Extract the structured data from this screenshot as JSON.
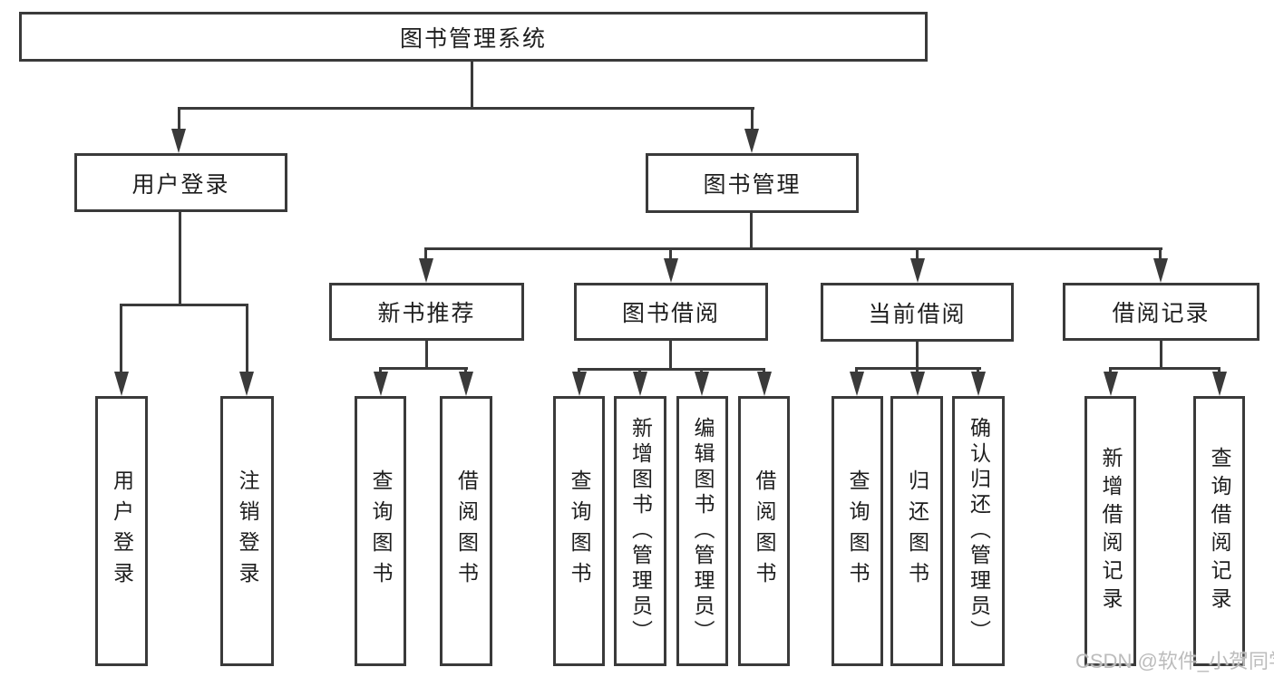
{
  "tree": {
    "root": {
      "label": "图书管理系统"
    },
    "level2": [
      {
        "label": "用户登录",
        "leaves": [
          {
            "label": "用户登录"
          },
          {
            "label": "注销登录"
          }
        ]
      },
      {
        "label": "图书管理",
        "children": [
          {
            "label": "新书推荐",
            "leaves": [
              {
                "label": "查询图书"
              },
              {
                "label": "借阅图书"
              }
            ]
          },
          {
            "label": "图书借阅",
            "leaves": [
              {
                "label": "查询图书"
              },
              {
                "label": "新增图书（管理员）"
              },
              {
                "label": "编辑图书（管理员）"
              },
              {
                "label": "借阅图书"
              }
            ]
          },
          {
            "label": "当前借阅",
            "leaves": [
              {
                "label": "查询图书"
              },
              {
                "label": "归还图书"
              },
              {
                "label": "确认归还（管理员）"
              }
            ]
          },
          {
            "label": "借阅记录",
            "leaves": [
              {
                "label": "新增借阅记录"
              },
              {
                "label": "查询借阅记录"
              }
            ]
          }
        ]
      }
    ]
  },
  "watermark": "CSDN @软件_小贺同学",
  "colors": {
    "line": "#3a3a3a",
    "text": "#1e1e1e",
    "watermark": "#bcbcbc",
    "background": "#ffffff"
  }
}
